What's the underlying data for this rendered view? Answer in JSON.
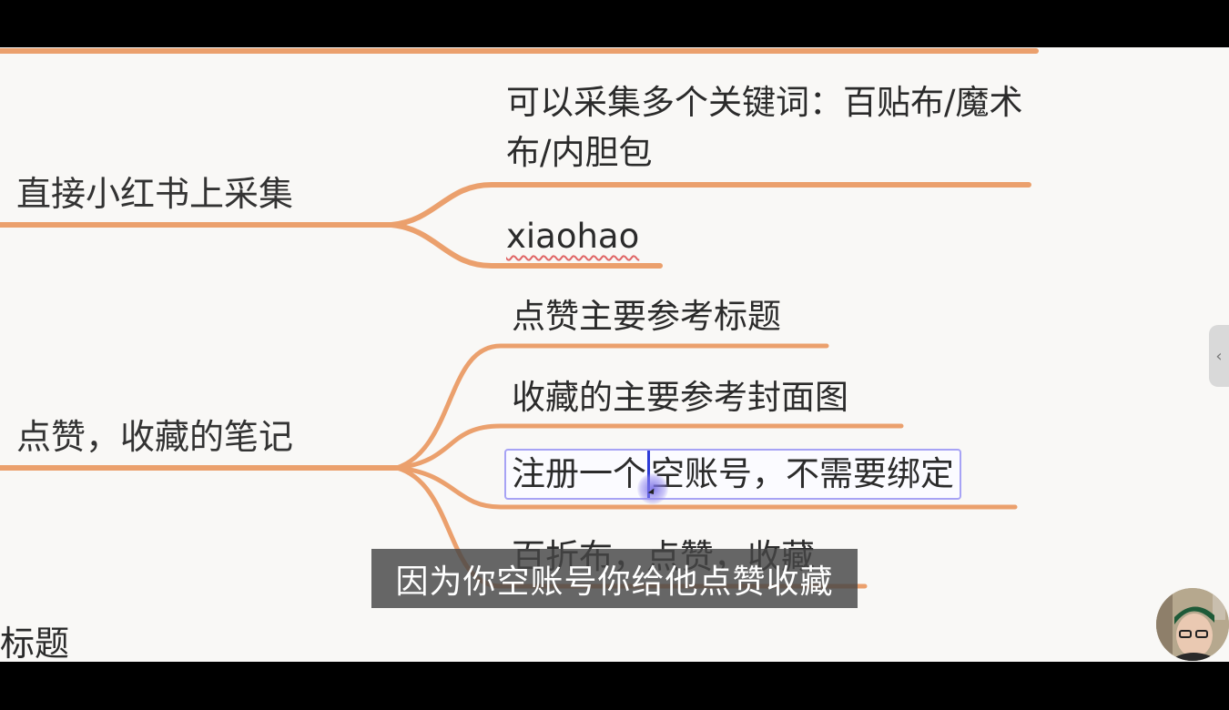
{
  "mindmap": {
    "node_collect": "直接小红书上采集",
    "child_keywords": "可以采集多个关键词：百贴布/魔术布/内胆包",
    "child_xiaohao": "xiaohao",
    "node_likes": "点赞，收藏的笔记",
    "child_like_title": "点赞主要参考标题",
    "child_fav_cover": "收藏的主要参考封面图",
    "child_register_before": "注册一个",
    "child_register_after": "空账号，不需要绑定",
    "child_hidden": "百折布，点赞，收藏",
    "bottom_cut": "标题"
  },
  "subtitle": "因为你空账号你给他点赞收藏",
  "side_tab_icon": "chevron-left-icon",
  "colors": {
    "branch": "#eba06d",
    "edit_border": "#a7a3f5",
    "caret": "#2d3bd8",
    "background": "#f9f8f6"
  }
}
